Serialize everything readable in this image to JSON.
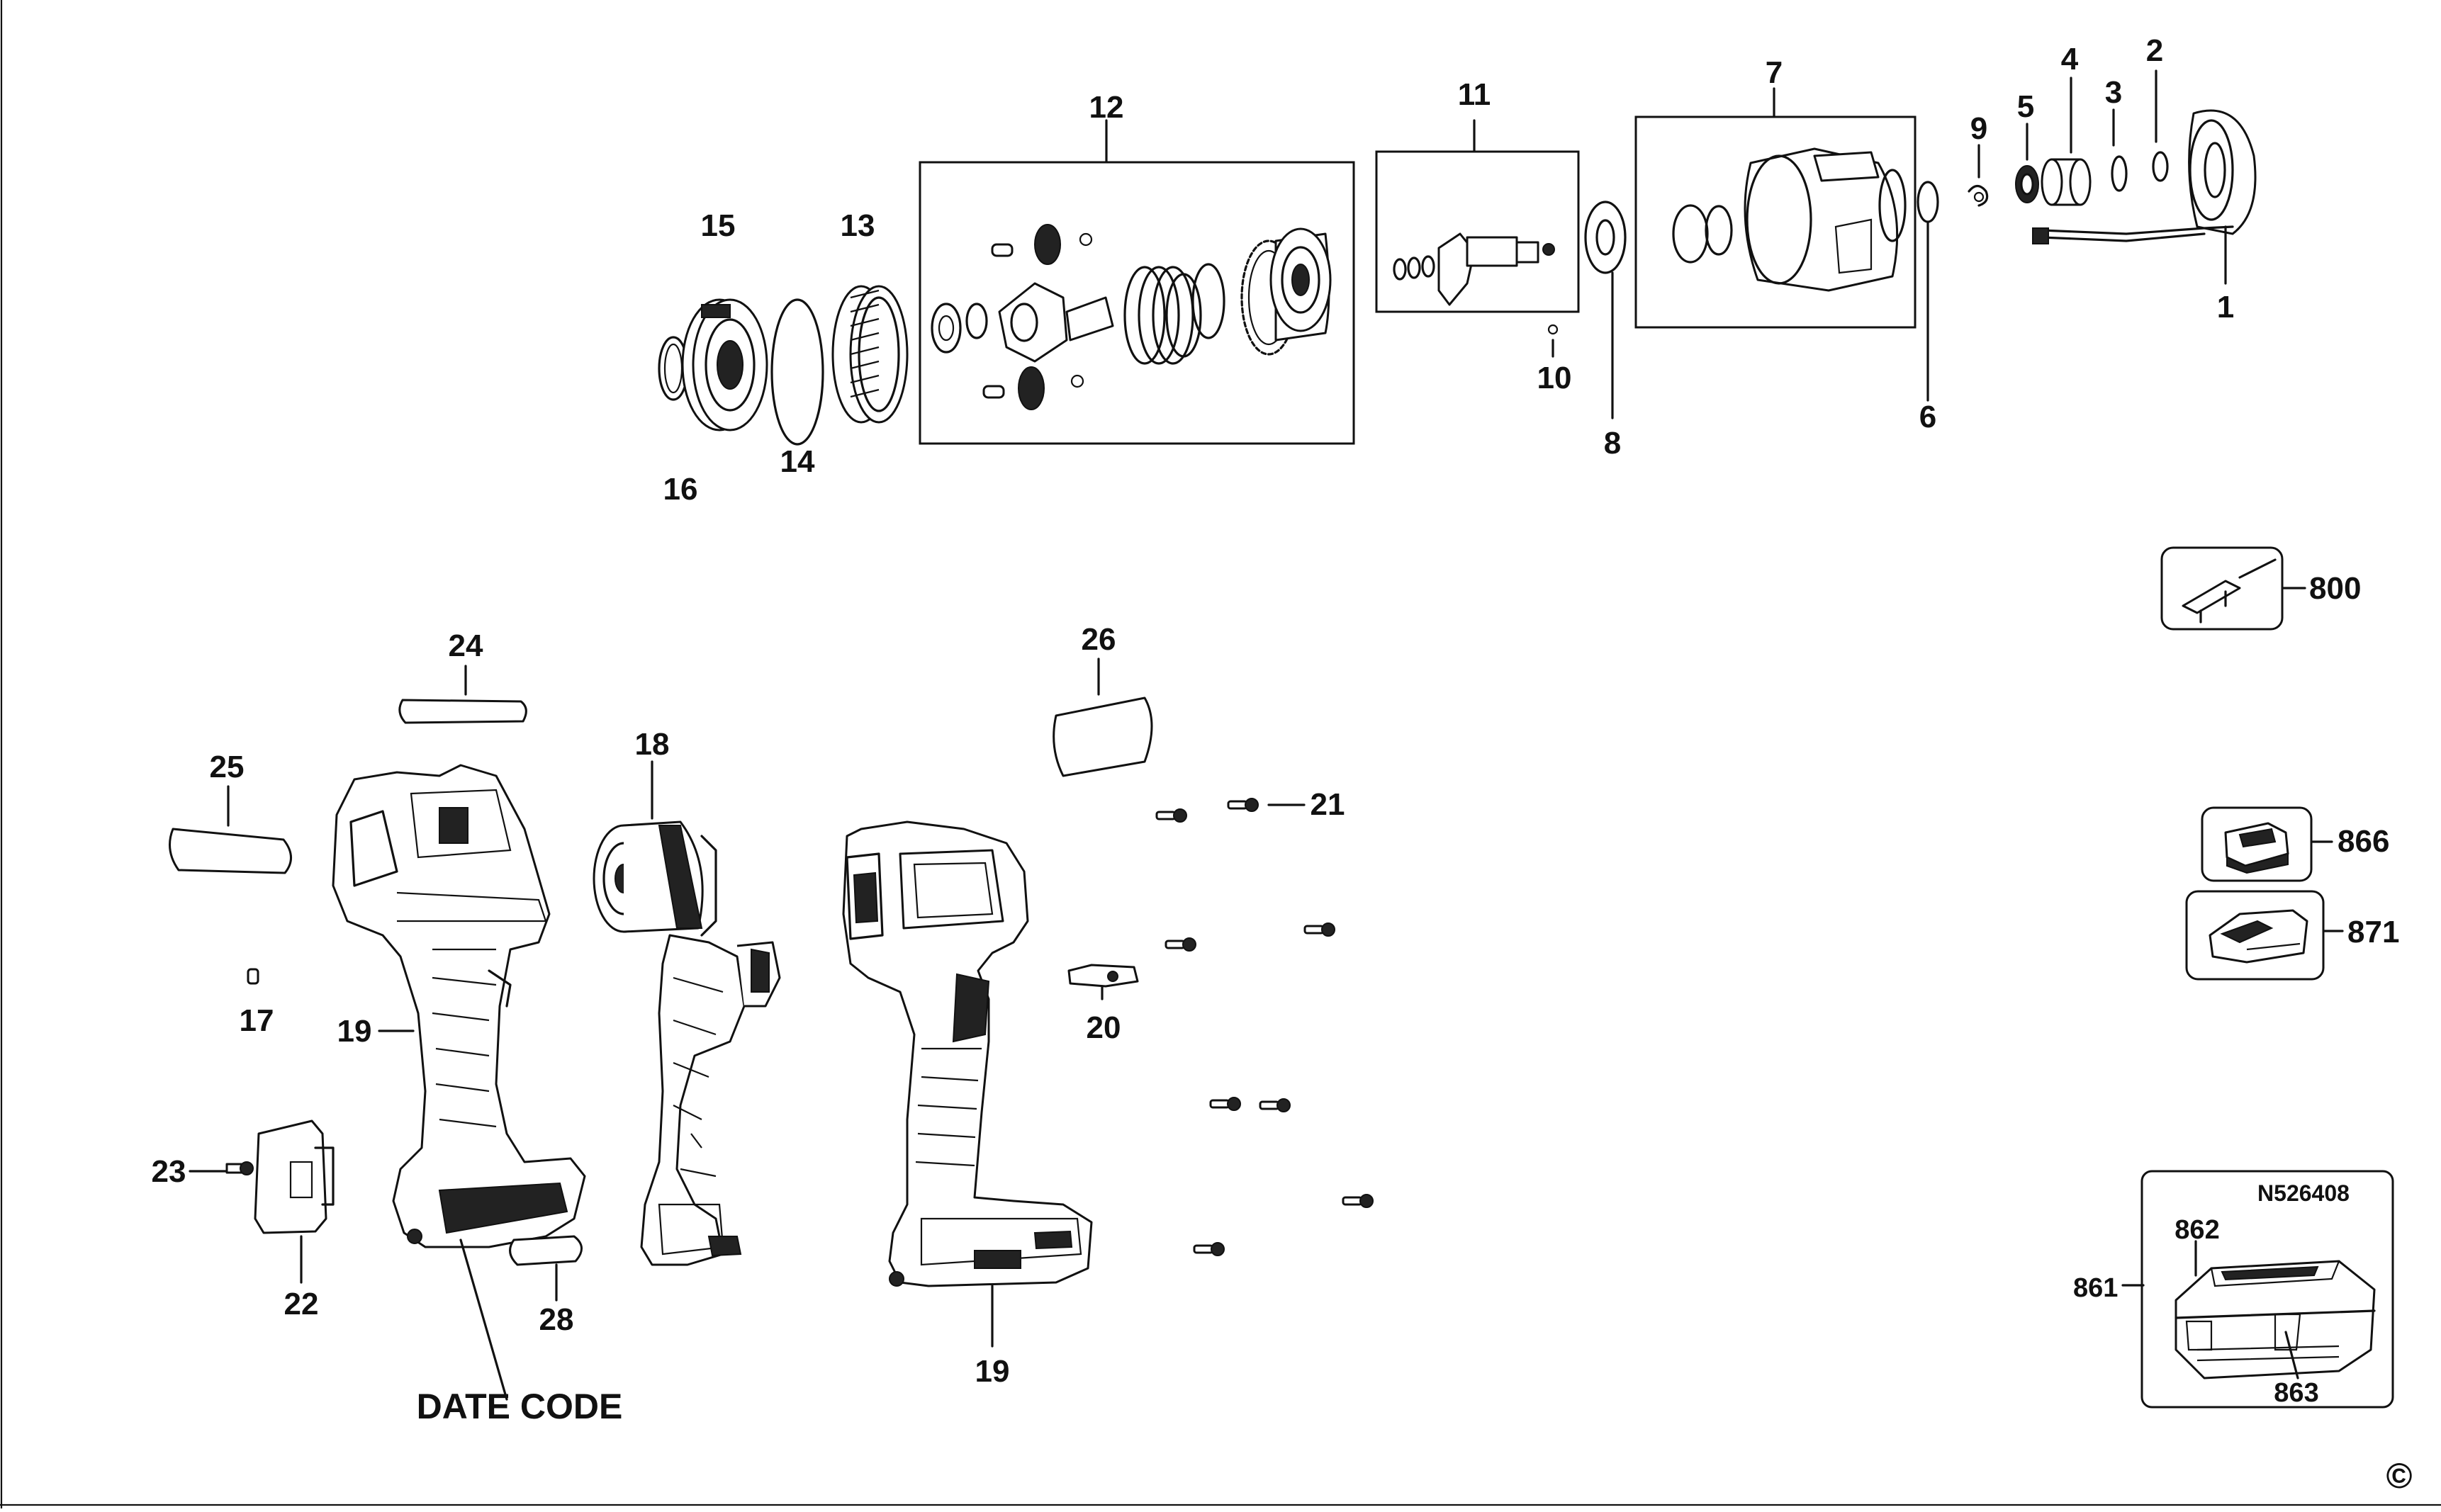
{
  "diagram": {
    "part_numbers": [
      "1",
      "2",
      "3",
      "4",
      "5",
      "6",
      "7",
      "8",
      "9",
      "10",
      "11",
      "12",
      "13",
      "14",
      "15",
      "16",
      "17",
      "18",
      "19",
      "19",
      "20",
      "21",
      "22",
      "23",
      "24",
      "25",
      "26",
      "28",
      "800",
      "866",
      "871",
      "861",
      "862",
      "863"
    ],
    "date_code_label": "DATE CODE",
    "kit_code": "N526408",
    "copyright_symbol": "©"
  }
}
